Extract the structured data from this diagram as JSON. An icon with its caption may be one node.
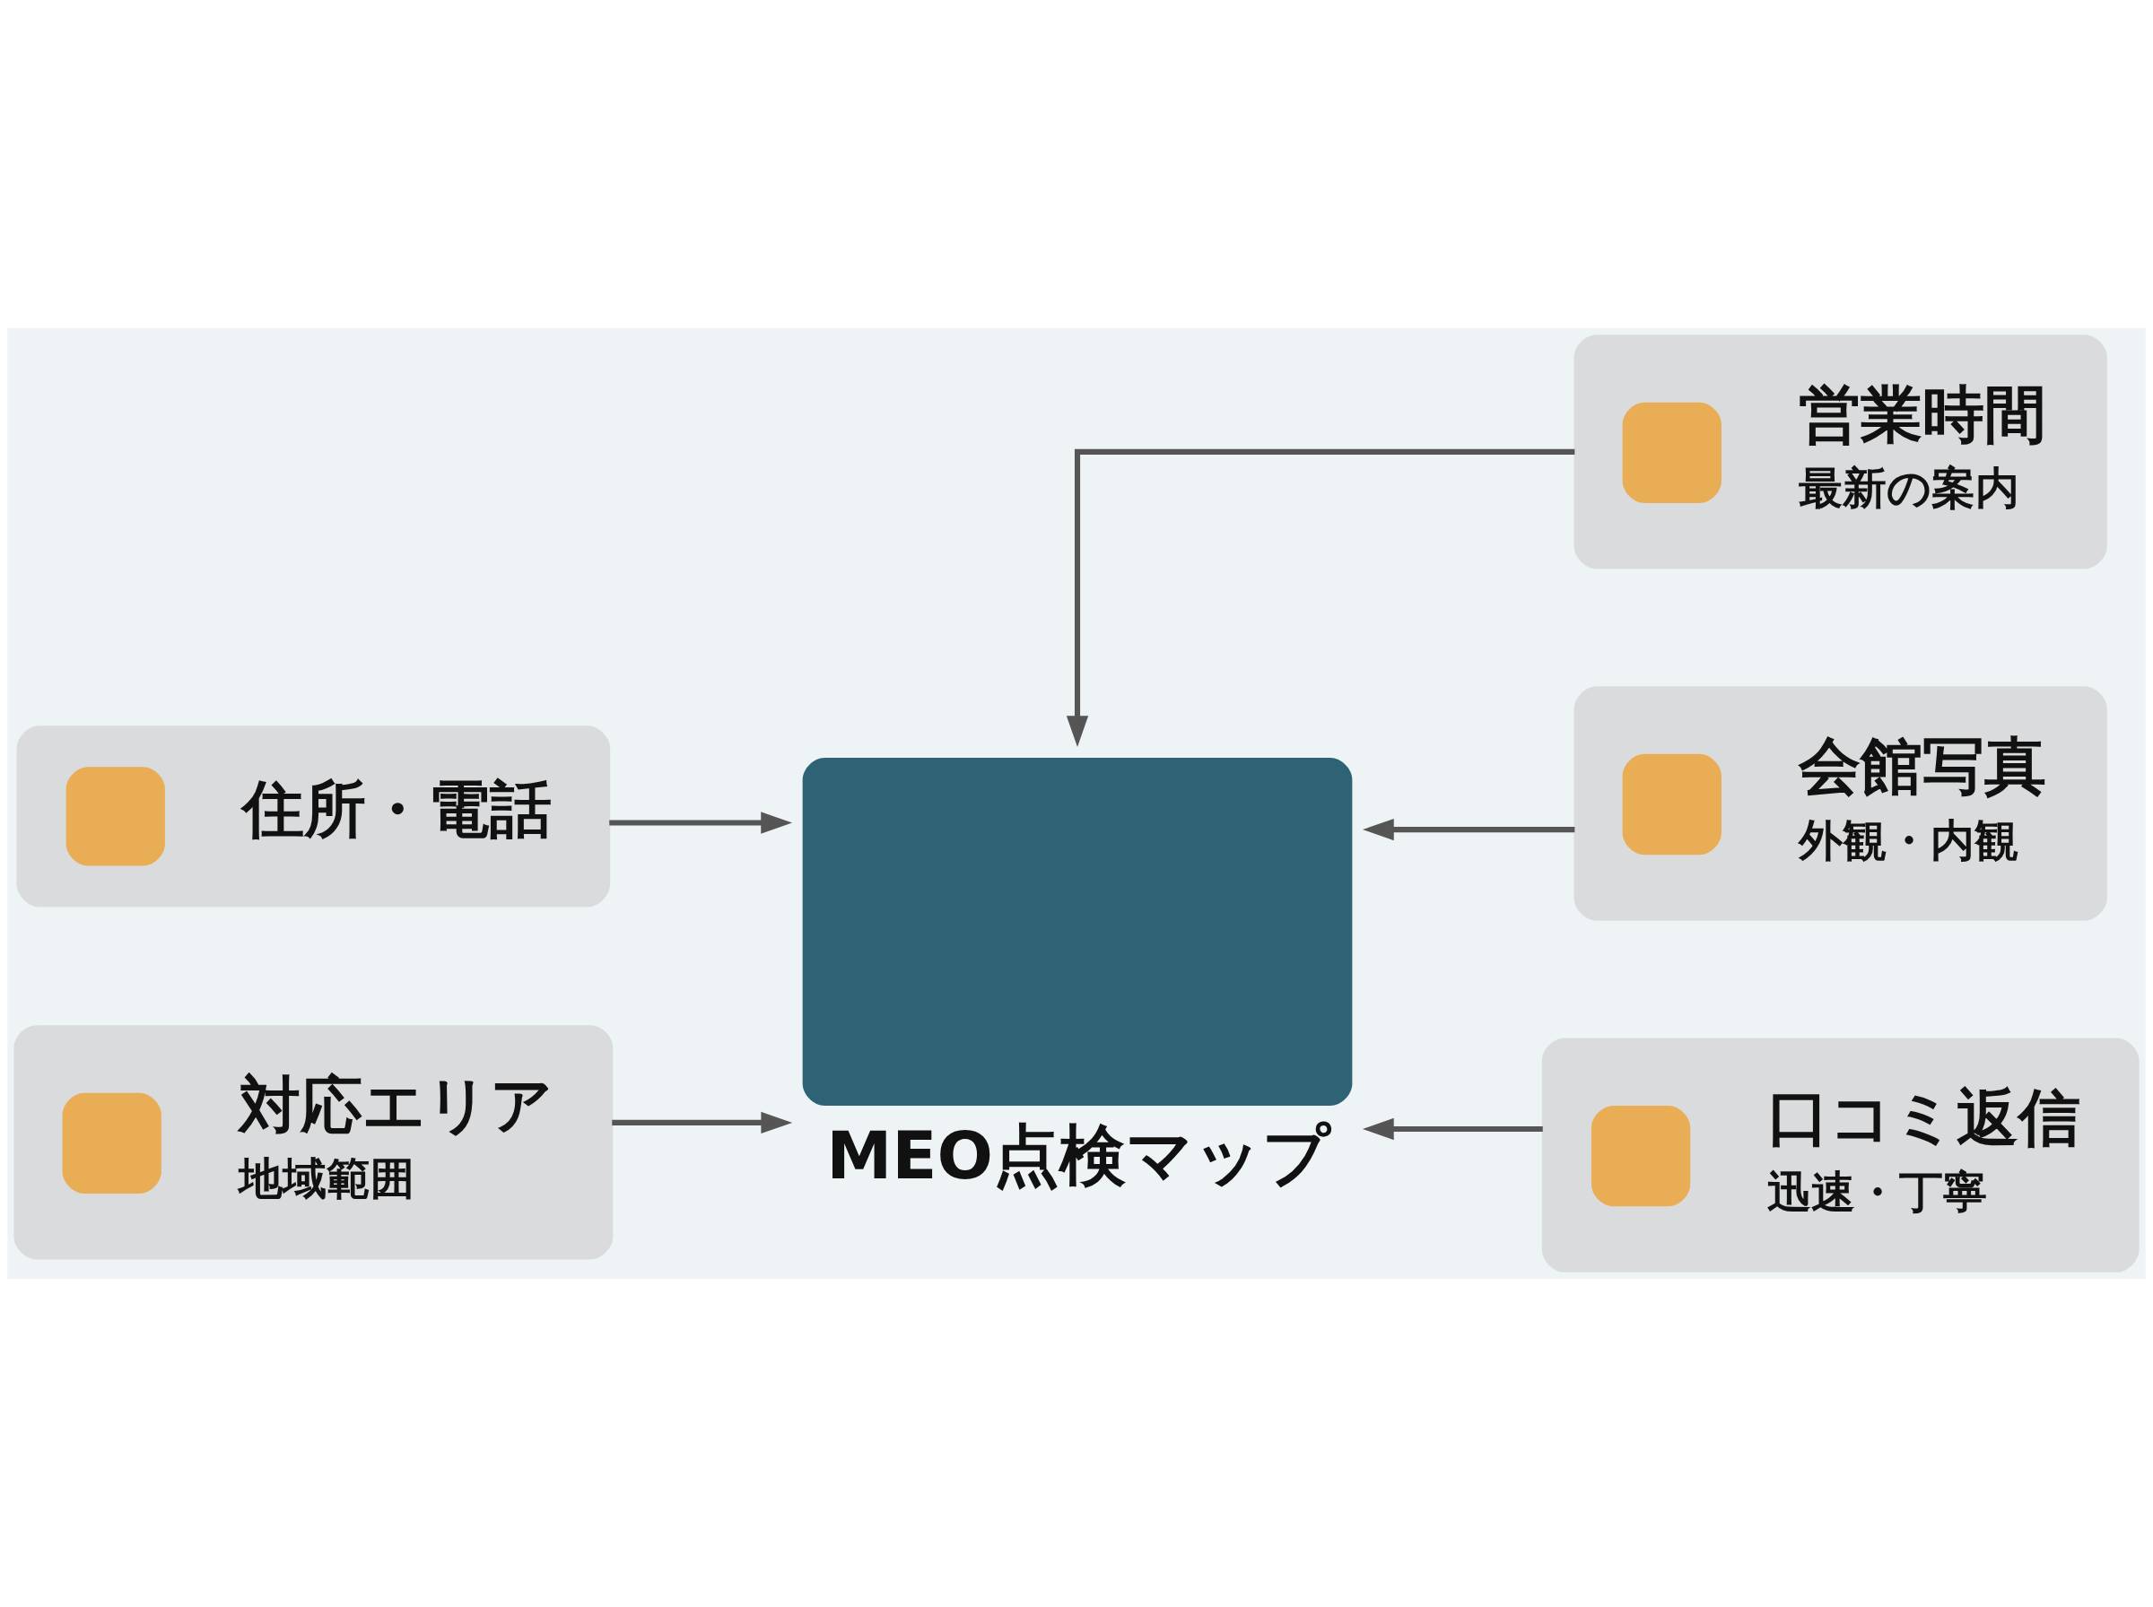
{
  "diagram": {
    "nodes": [
      {
        "text": [
          "住所・電話"
        ]
      },
      {
        "text": [
          "営業時間",
          "最新の案内"
        ]
      },
      {
        "text": [
          "MEO点検マップ"
        ]
      },
      {
        "text": [
          "会館写真",
          "外観・内観"
        ]
      },
      {
        "text": [
          "対応エリア",
          "地域範囲"
        ]
      },
      {
        "text": [
          "口コミ返信",
          "迅速・丁寧"
        ]
      }
    ],
    "edges": [
      {
        "from": 0,
        "to": 2,
        "arrow": "to"
      },
      {
        "from": 1,
        "to": 2,
        "arrow": "to"
      },
      {
        "from": 3,
        "to": 2,
        "arrow": "to"
      },
      {
        "from": 4,
        "to": 2,
        "arrow": "to"
      },
      {
        "from": 5,
        "to": 2,
        "arrow": "to"
      }
    ]
  }
}
